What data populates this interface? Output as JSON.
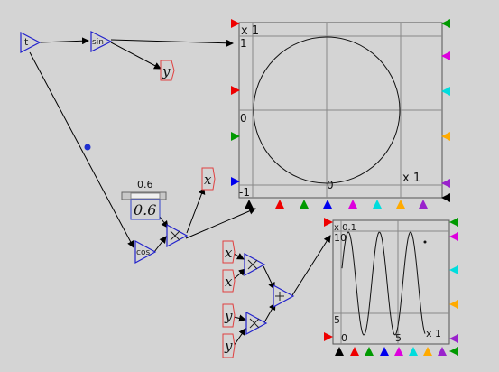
{
  "nodes": {
    "t": "t",
    "sin": "sin",
    "cos": "cos",
    "var_y1": "y",
    "var_x1": "x",
    "var_x2": "x",
    "var_x3": "x",
    "var_y2": "y",
    "var_y3": "y",
    "slider_value": "0.6",
    "number_value": "0.6"
  },
  "plot_xy": {
    "scale_label_top": "x 1",
    "scale_label_right": "x 1",
    "y_tick_top": "1",
    "y_tick_mid": "0",
    "y_tick_bottom": "-1",
    "x_tick_mid": "0"
  },
  "plot_t": {
    "scale_label_top": "x 0.1",
    "scale_label_right": "x 1",
    "y_tick_top": "10",
    "y_tick_mid": "5",
    "x_tick_left": "0",
    "x_tick_mid": "5"
  },
  "colors": {
    "background": "#d4d4d4",
    "node_blue": "#2222cc",
    "var_red": "#e04040",
    "grid": "#888888",
    "marker_red": "#ee0000",
    "marker_green": "#009900",
    "marker_blue": "#0000ee",
    "marker_magenta": "#dd00dd",
    "marker_cyan": "#00dddd",
    "marker_orange": "#ffaa00",
    "marker_purple": "#9922cc",
    "marker_black": "#000000"
  }
}
